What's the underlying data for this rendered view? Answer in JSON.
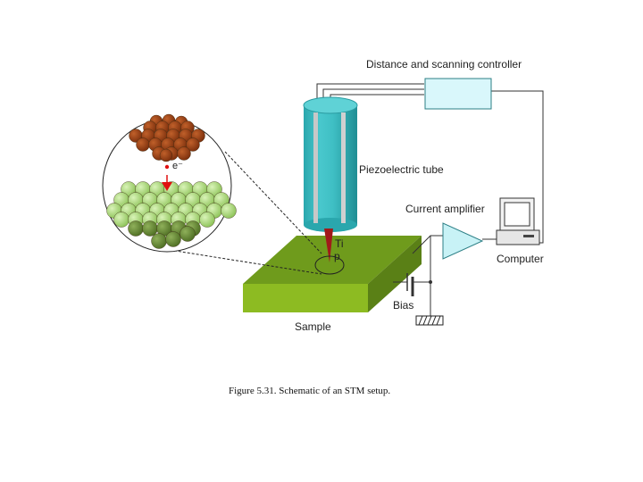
{
  "labels": {
    "controller": "Distance and scanning controller",
    "piezo": "Piezoelectric tube",
    "amplifier": "Current amplifier",
    "computer": "Computer",
    "tip_line1": "Ti",
    "tip_line2": "p",
    "bias": "Bias",
    "sample": "Sample",
    "electron": "e⁻"
  },
  "caption": "Figure 5.31. Schematic of an STM setup.",
  "colors": {
    "piezo_tube": "#3fbfc4",
    "controller_box": "#d9f7fb",
    "amplifier": "#c8f2f6",
    "sample_top": "#6f9b1c",
    "sample_side": "#8dbb22",
    "tip": "#a11a1a",
    "tip_atoms": "#9a3a10",
    "sample_atoms": "#a8d77a",
    "electron_arrow": "#e01010"
  }
}
